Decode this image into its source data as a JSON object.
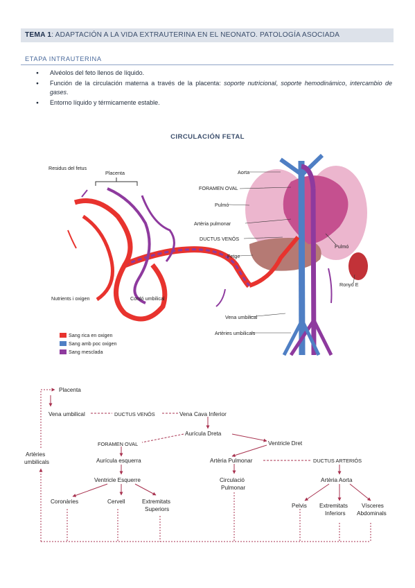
{
  "header": {
    "title_bold": "TEMA 1",
    "title_rest": ": ADAPTACIÓN A LA VIDA EXTRAUTERINA EN EL NEONATO. PATOLOGÍA ASOCIADA"
  },
  "section": {
    "heading": "ETAPA INTRAUTERINA",
    "bullets": {
      "b1": "Alvéolos del feto llenos de líquido.",
      "b2_prefix": "Función de la circulación materna a través de la placenta: ",
      "b2_i1": "soporte nutricional",
      "b2_sep1": ", ",
      "b2_i2": "soporte hemodinámico",
      "b2_sep2": ", ",
      "b2_i3": "intercambio de gases",
      "b2_suffix": ".",
      "b3": "Entorno líquido y térmicamente estable."
    }
  },
  "figure": {
    "title": "CIRCULACIÓN FETAL",
    "labels": {
      "residus": "Residus del fetus",
      "placenta": "Placenta",
      "nutrients": "Nutrients i oxigen",
      "cordo": "Cordó umbilical",
      "aorta": "Aorta",
      "foramen": "FORAMEN OVAL",
      "pulmo_left": "Pulmó",
      "arteria_pulmonar": "Artèria pulmonar",
      "ductus_venos": "DUCTUS VENÓS",
      "fetge": "Fetge",
      "pulmo_right": "Pulmó",
      "ronyo": "Ronyó E",
      "vena_umbilical": "Vena umbilical",
      "arteries_umbilicals": "Artèries umbilicals"
    },
    "legend": [
      {
        "label": "Sang rica en oxigen",
        "color": "#e8332e"
      },
      {
        "label": "Sang amb poc oxigen",
        "color": "#4f7fc4"
      },
      {
        "label": "Sang mesclada",
        "color": "#8e3a9e"
      }
    ]
  },
  "flow": {
    "placenta": "Placenta",
    "vena_umbilical": "Vena umbilical",
    "ductus_venos": "DUCTUS VENÓS",
    "vena_cava": "Vena Cava Inferior",
    "auricula_dreta": "Aurícula Dreta",
    "foramen_oval": "FORAMEN OVAL",
    "ventricle_dret": "Ventricle Dret",
    "auricula_esquerra": "Aurícula esquerra",
    "arteria_pulmonar": "Artèria Pulmonar",
    "ductus_arterios": "DUCTUS ARTERIÓS",
    "ventricle_esquerre": "Ventricle Esquerre",
    "circulacio_1": "Circulació",
    "circulacio_2": "Pulmonar",
    "arteria_aorta": "Artèria Aorta",
    "arteries_1": "Artèries",
    "arteries_2": "umbilicals",
    "coronaries": "Coronàries",
    "cervell": "Cervell",
    "extremitats_sup_1": "Extremitats",
    "extremitats_sup_2": "Superiors",
    "pelvis": "Pelvis",
    "extremitats_inf_1": "Extremitats",
    "extremitats_inf_2": "Inferiors",
    "visceres_1": "Vísceres",
    "visceres_2": "Abdominals"
  },
  "colors": {
    "oxygen_rich": "#e8332e",
    "oxygen_poor": "#4f7fc4",
    "mixed": "#8e3a9e",
    "flow_arrow": "#a8324f"
  }
}
